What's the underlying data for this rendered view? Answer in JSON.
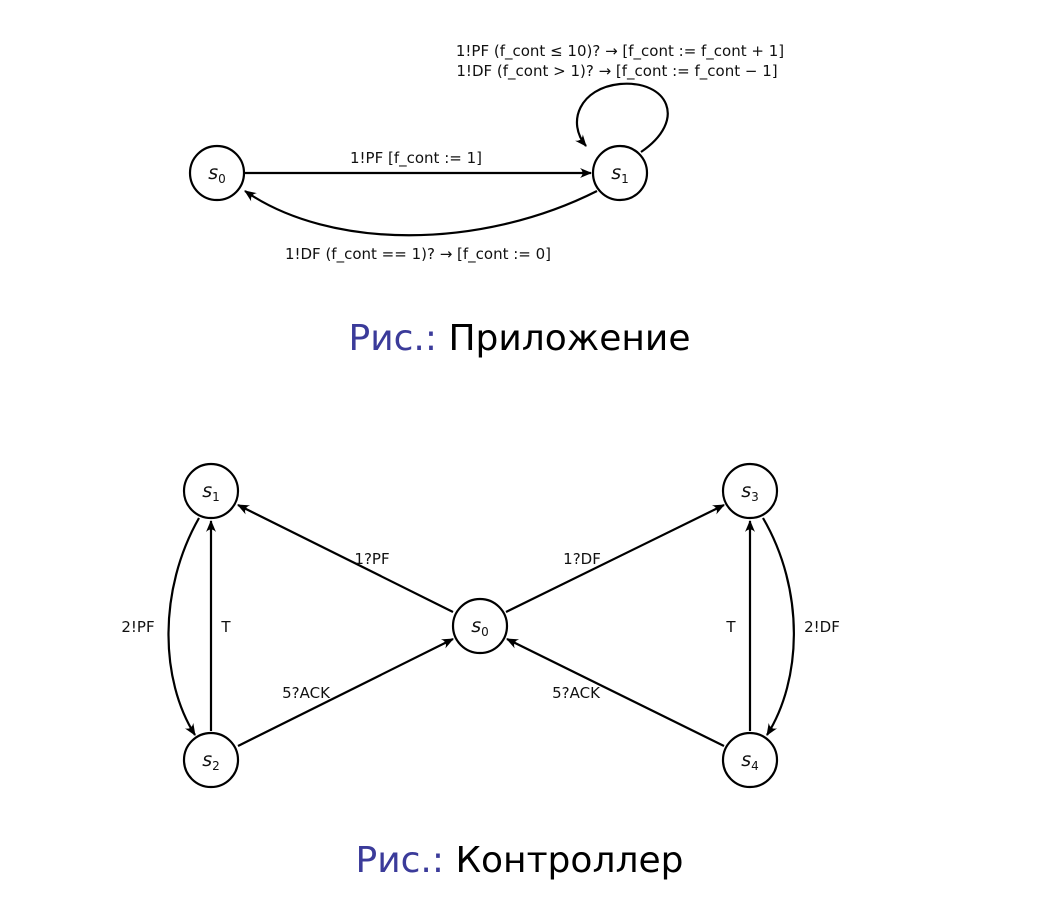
{
  "colors": {
    "caption_prefix": "#3b3b9a",
    "stroke": "#000000"
  },
  "diagram1": {
    "states": {
      "s0": "s",
      "s0_sub": "0",
      "s1": "s",
      "s1_sub": "1"
    },
    "edges": {
      "s0_s1": "1!PF [f_cont := 1]",
      "loop_line1": "1!PF (f_cont ≤ 10)? → [f_cont := f_cont + 1]",
      "loop_line2": "1!DF (f_cont > 1)? → [f_cont := f_cont − 1]",
      "s1_s0": "1!DF (f_cont == 1)? → [f_cont := 0]"
    },
    "caption": {
      "prefix": "Рис.:",
      "text": "Приложение"
    }
  },
  "diagram2": {
    "states": {
      "s0": "s",
      "s0_sub": "0",
      "s1": "s",
      "s1_sub": "1",
      "s2": "s",
      "s2_sub": "2",
      "s3": "s",
      "s3_sub": "3",
      "s4": "s",
      "s4_sub": "4"
    },
    "edges": {
      "s0_s1": "1?PF",
      "s0_s3": "1?DF",
      "s1_s2": "2!PF",
      "s2_s1": "T",
      "s2_s0": "5?ACK",
      "s4_s0": "5?ACK",
      "s4_s3": "T",
      "s3_s4": "2!DF"
    },
    "caption": {
      "prefix": "Рис.:",
      "text": "Контроллер"
    }
  }
}
